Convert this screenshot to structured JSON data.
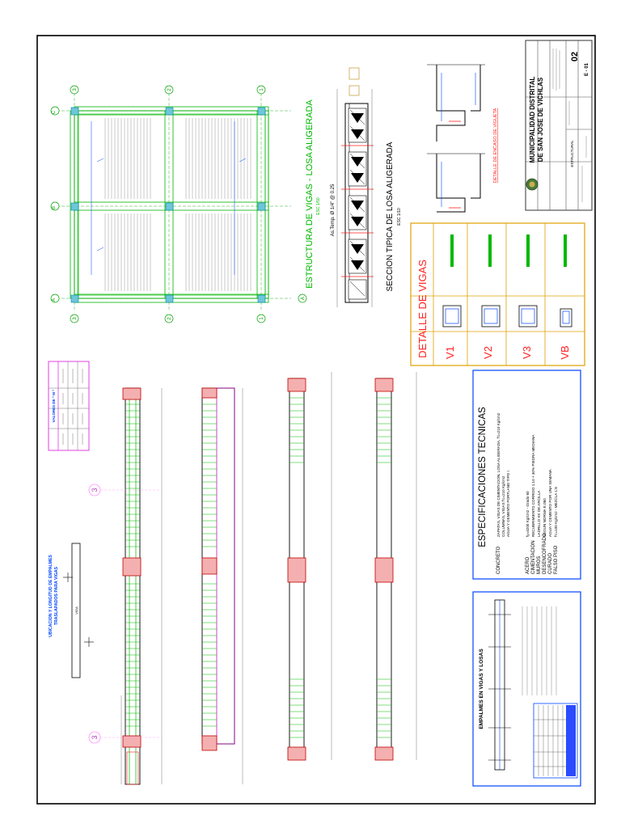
{
  "title_block": {
    "owner_line1": "MUNICIPALIDAD DISTRITAL",
    "owner_line2": "DE SAN JOSE DE VICHLAS",
    "sheet_number": "02",
    "sheet_code": "E - 01",
    "specialty": "ESTRUCTURAL"
  },
  "beam_structure": {
    "title": "ESTRUCTURA DE VIGAS - LOSA ALIGERADA",
    "scale": "ESC 1/50",
    "grid_letters": [
      "A",
      "B",
      "C"
    ],
    "grid_numbers": [
      "1",
      "2",
      "3"
    ]
  },
  "slab_section": {
    "title": "SECCION TIPICA DE LOSA ALIGERADA",
    "scale": "ESC 1/10",
    "temp_label": "As.Temp. Ø 1/4\" @ 0.25"
  },
  "fillet_detail": {
    "title": "DETALLE DE ENCASO DE VIGUETA"
  },
  "beam_detail": {
    "title": "DETALLE DE VIGAS",
    "beams": [
      "V1",
      "V2",
      "V3",
      "VB"
    ]
  },
  "elevations": {
    "axis_label": "3"
  },
  "splice_location": {
    "title_line1": "UBICACION Y LONGITUD DE EMPALMES",
    "title_line2": "TRASLAPADOS PARA VIGAS",
    "beam_label": "VIGA"
  },
  "m_values_table": {
    "title": "VALORES DE \" M \""
  },
  "specs": {
    "title": "ESPECIFICACIONES TECNICAS",
    "labels": [
      "CONCRETO",
      "ACERO",
      "CIMENTACION",
      "MUROS",
      "DESENCOFRADO",
      "CURADO",
      "FALSO PISO"
    ],
    "lines": [
      "ZAPATAS, VIGAS DE CIMENTACION, LOSA ALIGERADA, f'c=210 Kg/cm2",
      "COLUMNAS, VIGAS  f'c=210 Kg/cm2",
      "AGUA Y CEMENTO PORTLAND TIPO I",
      "fy=4200 Kg/cm2 - Grado 60",
      "RECUBRIMIENTO CORRIDO 1:10 + 30% PIEDRA MEDIANA",
      "LADRILLO KK DE ARCILLA",
      "SEGUN NORMA E.060",
      "AGUA Y CEMENTO POR UNA SEMANA",
      "f'c=100 Kg/cm2 - MEZCLA 1:8"
    ]
  },
  "splices_box": {
    "title": "EMPALMES EN VIGAS Y LOSAS"
  }
}
